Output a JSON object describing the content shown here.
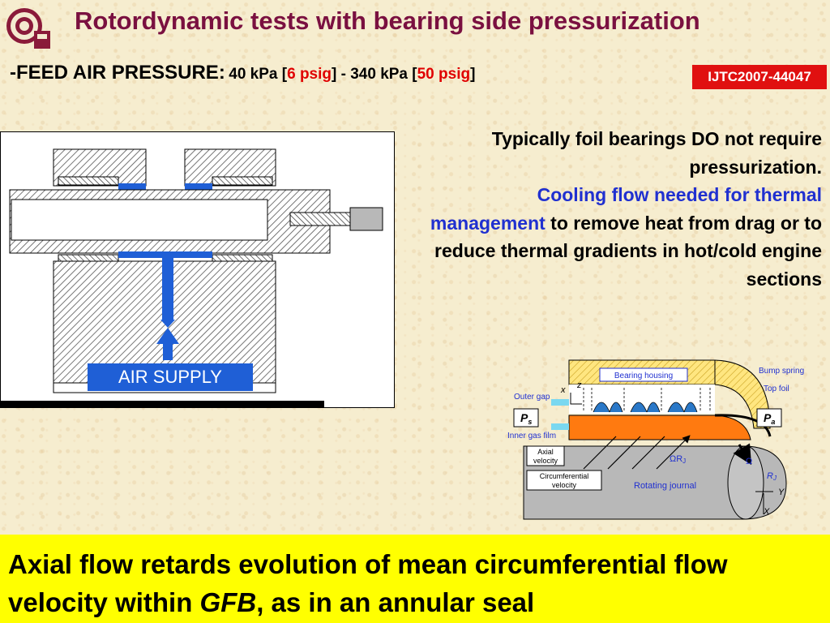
{
  "header": {
    "title": "Rotordynamic tests with bearing side pressurization",
    "feed_prefix": "-FEED AIR PRESSURE:",
    "p1_kpa": "40 kPa [",
    "p1_psig": "6 psig",
    "sep": "] - 340 kPa [",
    "p2_psig": "50 psig",
    "close": "]",
    "ref": "IJTC2007-44047"
  },
  "description": {
    "line1": "Typically foil bearings DO not require pressurization.",
    "blue": "Cooling flow needed  for thermal management",
    "rest": " to remove heat from drag or to reduce thermal gradients in hot/cold engine sections"
  },
  "main_figure": {
    "label": "AIR SUPPLY"
  },
  "gfb_figure": {
    "bearing_housing": "Bearing housing",
    "bump_spring": "Bump spring",
    "top_foil": "Top foil",
    "outer_gap": "Outer gap",
    "inner_film": "Inner gas film",
    "ps": "P",
    "ps_sub": "s",
    "pa": "P",
    "pa_sub": "a",
    "axial_1": "Axial",
    "axial_2": "velocity",
    "circ_1": "Circumferential",
    "circ_2": "velocity",
    "omega_rj": "ΩR",
    "omega_rj_sub": "J",
    "rotating_journal": "Rotating journal",
    "omega": "Ω",
    "rj": "R",
    "rj_sub": "J",
    "axis_x_small": "x",
    "axis_z": "z",
    "axis_y": "Y",
    "axis_x": "X"
  },
  "footer": {
    "part1": "Axial flow retards evolution of mean circumferential flow velocity within ",
    "italic": "GFB",
    "part2": ", as in an annular seal"
  },
  "colors": {
    "title": "#7a1040",
    "accent_red": "#e00000",
    "blue_text": "#2030d0",
    "air_blue": "#1f5fd6",
    "band_yellow": "#ffff00"
  }
}
